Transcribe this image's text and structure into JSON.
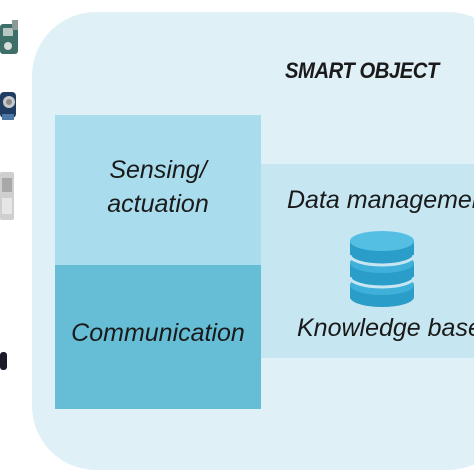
{
  "diagram": {
    "title": "SMART OBJECT",
    "blocks": {
      "sensing": {
        "line1": "Sensing/",
        "line2": "actuation"
      },
      "communication": {
        "label": "Communication"
      },
      "data_management": {
        "label": "Data management"
      },
      "knowledge_base": {
        "label": "Knowledge base"
      }
    },
    "icons": {
      "database": "database-icon"
    },
    "colors": {
      "container": "#dff0f7",
      "sensing": "#a9dcec",
      "communication": "#66bdd6",
      "data_management": "#c6e7f2",
      "database": "#2a9dc9"
    }
  }
}
